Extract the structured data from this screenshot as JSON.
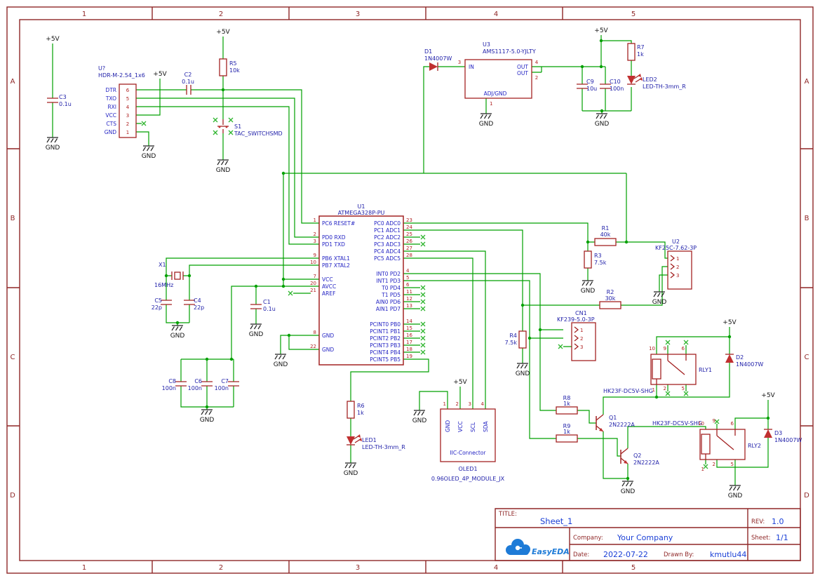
{
  "sheet": {
    "cols": [
      "1",
      "2",
      "3",
      "4",
      "5"
    ],
    "rows": [
      "A",
      "B",
      "C",
      "D"
    ]
  },
  "flags": {
    "p5v": "+5V",
    "gnd": "GND"
  },
  "colors": {
    "wire": "#00A000",
    "symbol": "#A32222",
    "frame": "#8F2727",
    "pin_name": "#2525C4",
    "value_text": "#1A3FD6",
    "logo_blue": "#1E7BD7"
  },
  "comp": {
    "c3": {
      "ref": "C3",
      "val": "0.1u"
    },
    "hdr": {
      "ref": "U?",
      "val": "HDR-M-2.54_1x6",
      "pin_names": [
        "DTR",
        "TXO",
        "RXI",
        "VCC",
        "CTS",
        "GND"
      ],
      "pin_nums": [
        "6",
        "5",
        "4",
        "3",
        "2",
        "1"
      ]
    },
    "c2": {
      "ref": "C2",
      "val": "0.1u"
    },
    "r5": {
      "ref": "R5",
      "val": "10k"
    },
    "s1": {
      "ref": "S1",
      "val": "TAC_SWITCHSMD"
    },
    "d1": {
      "ref": "D1",
      "val": "1N4007W"
    },
    "u3": {
      "ref": "U3",
      "val": "AMS1117-5.0-YJLTY",
      "p_in": "IN",
      "p_out": "OUT",
      "p_adj": "ADJ/GND",
      "n_in": "3",
      "n_out1": "4",
      "n_out2": "2",
      "n_adj": "1"
    },
    "c9": {
      "ref": "C9",
      "val": "10u"
    },
    "c10": {
      "ref": "C10",
      "val": "100n"
    },
    "r7": {
      "ref": "R7",
      "val": "1k"
    },
    "led2": {
      "ref": "LED2",
      "val": "LED-TH-3mm_R"
    },
    "u1": {
      "ref": "U1",
      "val": "ATMEGA328P-PU",
      "left": [
        {
          "n": "1",
          "name": "PC6 RESET#"
        },
        {
          "n": "2",
          "name": "PD0 RXD"
        },
        {
          "n": "3",
          "name": "PD1 TXD"
        },
        {
          "n": "9",
          "name": "PB6 XTAL1"
        },
        {
          "n": "10",
          "name": "PB7 XTAL2"
        },
        {
          "n": "7",
          "name": "VCC"
        },
        {
          "n": "20",
          "name": "AVCC"
        },
        {
          "n": "21",
          "name": "AREF"
        },
        {
          "n": "8",
          "name": "GND"
        },
        {
          "n": "22",
          "name": "GND"
        }
      ],
      "right": [
        {
          "n": "23",
          "name": "PC0 ADC0"
        },
        {
          "n": "24",
          "name": "PC1 ADC1"
        },
        {
          "n": "25",
          "name": "PC2 ADC2"
        },
        {
          "n": "26",
          "name": "PC3 ADC3"
        },
        {
          "n": "27",
          "name": "PC4 ADC4"
        },
        {
          "n": "28",
          "name": "PC5 ADC5"
        },
        {
          "n": "4",
          "name": "INT0 PD2"
        },
        {
          "n": "5",
          "name": "INT1 PD3"
        },
        {
          "n": "6",
          "name": "T0 PD4"
        },
        {
          "n": "11",
          "name": "T1 PD5"
        },
        {
          "n": "12",
          "name": "AIN0 PD6"
        },
        {
          "n": "13",
          "name": "AIN1 PD7"
        },
        {
          "n": "14",
          "name": "PCINT0 PB0"
        },
        {
          "n": "15",
          "name": "PCINT1 PB1"
        },
        {
          "n": "16",
          "name": "PCINT2 PB2"
        },
        {
          "n": "17",
          "name": "PCINT3 PB3"
        },
        {
          "n": "18",
          "name": "PCINT4 PB4"
        },
        {
          "n": "19",
          "name": "PCINT5 PB5"
        }
      ]
    },
    "x1": {
      "ref": "X1",
      "val": "16MHz"
    },
    "c5": {
      "ref": "C5",
      "val": "22p"
    },
    "c4": {
      "ref": "C4",
      "val": "22p"
    },
    "c1": {
      "ref": "C1",
      "val": "0.1u"
    },
    "c8": {
      "ref": "C8",
      "val": "100n"
    },
    "c6": {
      "ref": "C6",
      "val": "100n"
    },
    "c7": {
      "ref": "C7",
      "val": "100n"
    },
    "r1": {
      "ref": "R1",
      "val": "40k"
    },
    "r3": {
      "ref": "R3",
      "val": "7.5k"
    },
    "u2": {
      "ref": "U2",
      "val": "KF25C-7.62-3P",
      "pins": [
        "1",
        "2",
        "3"
      ]
    },
    "r2": {
      "ref": "R2",
      "val": "30k"
    },
    "cn1": {
      "ref": "CN1",
      "val": "KF239-5.0-3P",
      "pins": [
        "1",
        "2",
        "3"
      ]
    },
    "r4": {
      "ref": "R4",
      "val": "7.5k"
    },
    "rly1": {
      "ref": "RLY1",
      "val": "HK23F-DC5V-SHG",
      "top": [
        "10",
        "9",
        "6"
      ],
      "bot": [
        "1",
        "2",
        "5"
      ]
    },
    "d2": {
      "ref": "D2",
      "val": "1N4007W"
    },
    "r8": {
      "ref": "R8",
      "val": "1k"
    },
    "q1": {
      "ref": "Q1",
      "val": "2N2222A"
    },
    "r9": {
      "ref": "R9",
      "val": "1k"
    },
    "q2": {
      "ref": "Q2",
      "val": "2N2222A"
    },
    "rly2": {
      "ref": "RLY2",
      "val": "HK23F-DC5V-SHG",
      "top": [
        "10",
        "9",
        "6"
      ],
      "bot": [
        "1",
        "2",
        "5"
      ]
    },
    "d3": {
      "ref": "D3",
      "val": "1N4007W"
    },
    "r6": {
      "ref": "R6",
      "val": "1k"
    },
    "led1": {
      "ref": "LED1",
      "val": "LED-TH-3mm_R"
    },
    "oled": {
      "ref": "OLED1",
      "val": "0.96OLED_4P_MODULE_JX",
      "conn": "IIC-Connector",
      "pin_nums": [
        "1",
        "2",
        "3",
        "4"
      ],
      "pin_names": [
        "GND",
        "VCC",
        "SCL",
        "SDA"
      ]
    }
  },
  "title_block": {
    "title_label": "TITLE:",
    "title": "Sheet_1",
    "rev_label": "REV:",
    "rev": "1.0",
    "company_label": "Company:",
    "company": "Your Company",
    "sheet_label": "Sheet:",
    "sheet": "1/1",
    "date_label": "Date:",
    "date": "2022-07-22",
    "drawn_label": "Drawn By:",
    "drawn": "kmutlu44",
    "logo": "EasyEDA"
  }
}
